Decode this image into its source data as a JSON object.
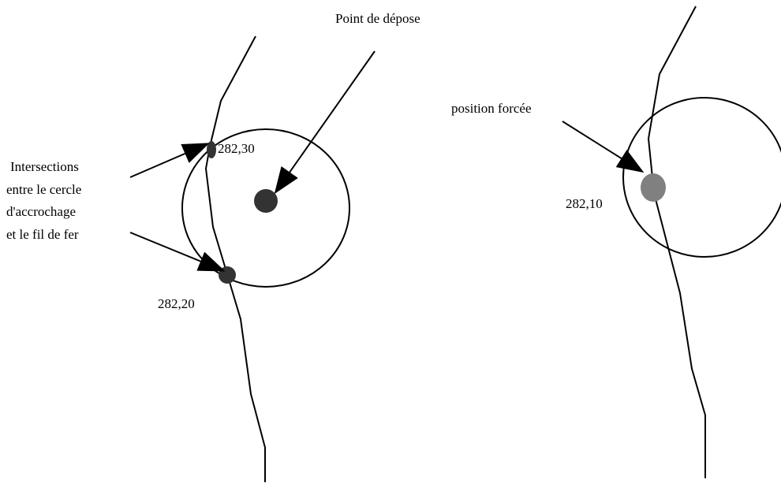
{
  "labels": {
    "point_de_depose": "Point de dépose",
    "intersections_line1": "Intersections",
    "intersections_line2": "entre le cercle",
    "intersections_line3": "d'accrochage",
    "intersections_line4": "et le fil de fer",
    "coord_top": "282,30",
    "coord_bottom": "282,20",
    "position_forcee": "position forcée",
    "coord_forced": "282,10"
  },
  "colors": {
    "line": "#000000",
    "drop_point": "#333333",
    "intersection_point": "#333333",
    "forced_point": "#808080",
    "background": "#ffffff"
  }
}
